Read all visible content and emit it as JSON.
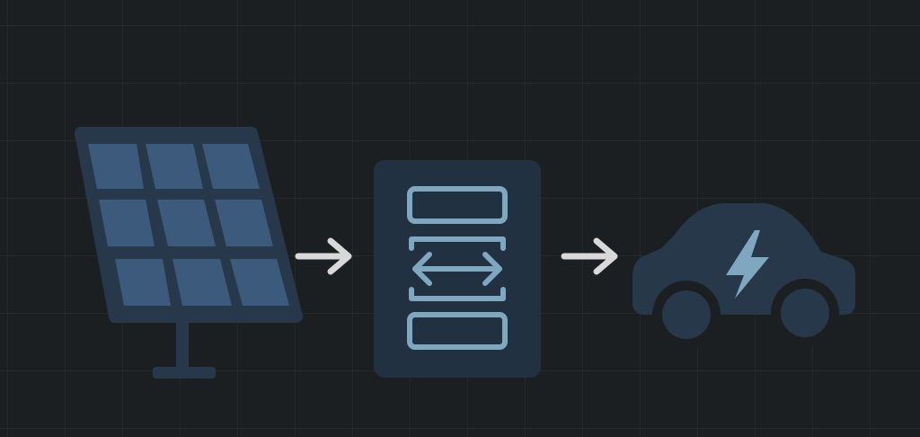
{
  "diagram": {
    "nodes": [
      {
        "id": "solar-panel",
        "icon": "solar-panel-icon"
      },
      {
        "id": "converter",
        "icon": "bidirectional-converter-icon"
      },
      {
        "id": "ev-car",
        "icon": "electric-car-icon"
      }
    ],
    "edges": [
      {
        "from": "solar-panel",
        "to": "converter",
        "icon": "arrow-right-icon"
      },
      {
        "from": "converter",
        "to": "ev-car",
        "icon": "arrow-right-icon"
      }
    ]
  },
  "colors": {
    "background": "#1c1f22",
    "grid": "#2a2e33",
    "node_fill": "#26384a",
    "node_fill_dark": "#223142",
    "panel_cell": "#3b5a7c",
    "accent": "#7fa8c0",
    "arrow": "#d9d9d9"
  }
}
